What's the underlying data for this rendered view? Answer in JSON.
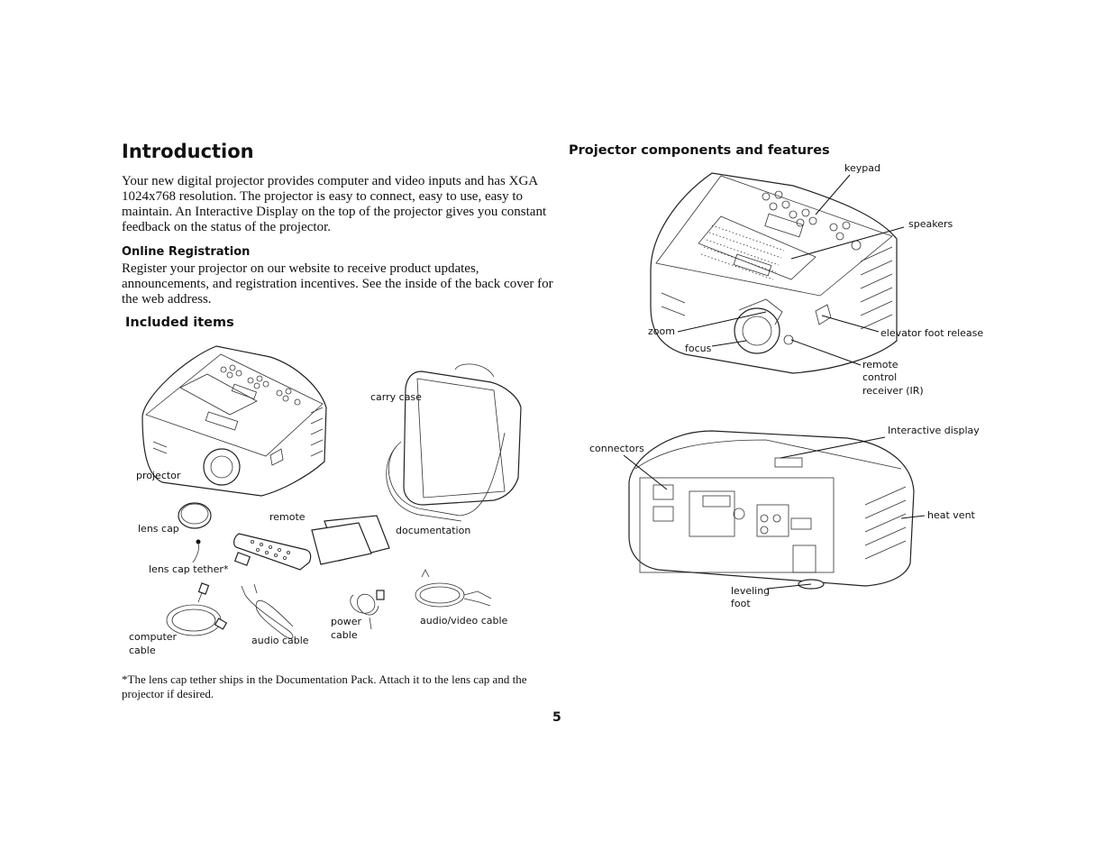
{
  "title": "Introduction",
  "intro": "Your new digital projector provides computer and video inputs and has XGA 1024x768 resolution. The projector is easy to connect, easy to use, easy to maintain. An Interactive Display on the top of the projector gives you constant feedback on the status of the projector.",
  "online_registration": {
    "heading": "Online Registration",
    "text": "Register your projector on our website to receive product updates, announcements, and registration incentives. See the inside of the back cover for the web address."
  },
  "included_items": {
    "heading": "Included items",
    "labels": {
      "projector": "projector",
      "carry_case": "carry case",
      "lens_cap": "lens cap",
      "remote": "remote",
      "documentation": "documentation",
      "lens_cap_tether": "lens cap tether*",
      "computer_cable_1": "computer",
      "computer_cable_2": "cable",
      "audio_cable": "audio cable",
      "power_cable_1": "power",
      "power_cable_2": "cable",
      "audio_video_cable": "audio/video cable"
    }
  },
  "components": {
    "heading": "Projector components and features",
    "labels": {
      "keypad": "keypad",
      "speakers": "speakers",
      "zoom": "zoom",
      "focus": "focus",
      "elevator_foot_release": "elevator foot release",
      "remote_control_1": "remote",
      "remote_control_2": "control",
      "remote_control_3": "receiver (IR)",
      "interactive_display": "Interactive display",
      "connectors": "connectors",
      "heat_vent": "heat vent",
      "leveling_foot_1": "leveling",
      "leveling_foot_2": "foot"
    }
  },
  "footnote": "*The lens cap tether ships in the Documentation Pack. Attach it to the lens cap and the projector if desired.",
  "page_number": "5"
}
